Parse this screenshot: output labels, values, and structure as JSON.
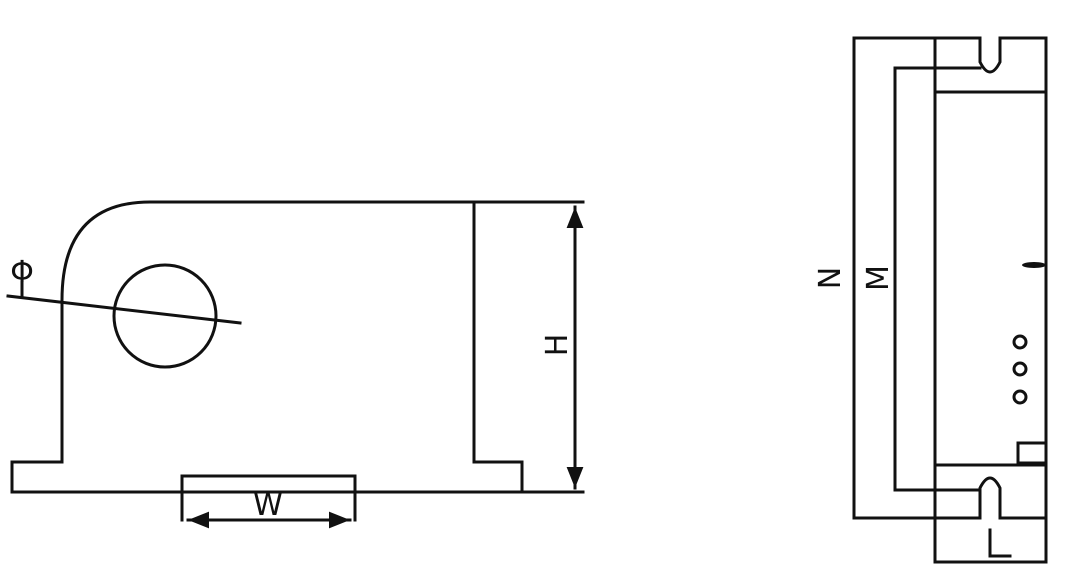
{
  "front_view": {
    "diameter_label": "Φ",
    "width_label": "W",
    "height_label": "H"
  },
  "side_view": {
    "overall_length_label": "N",
    "mount_spacing_label": "M"
  },
  "colors": {
    "line": "#111111",
    "background": "#ffffff"
  }
}
